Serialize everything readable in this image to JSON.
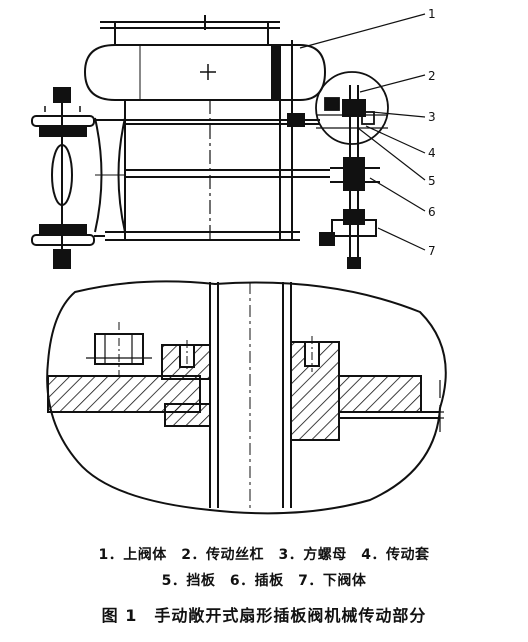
{
  "callouts": [
    "1",
    "2",
    "3",
    "4",
    "5",
    "6",
    "7"
  ],
  "legend": {
    "line1": "1．上阀体　2．传动丝杠　3．方螺母　4．传动套",
    "line2": "5．挡板　6．插板　7．下阀体"
  },
  "caption": "图 1　手动敞开式扇形插板阀机械传动部分"
}
